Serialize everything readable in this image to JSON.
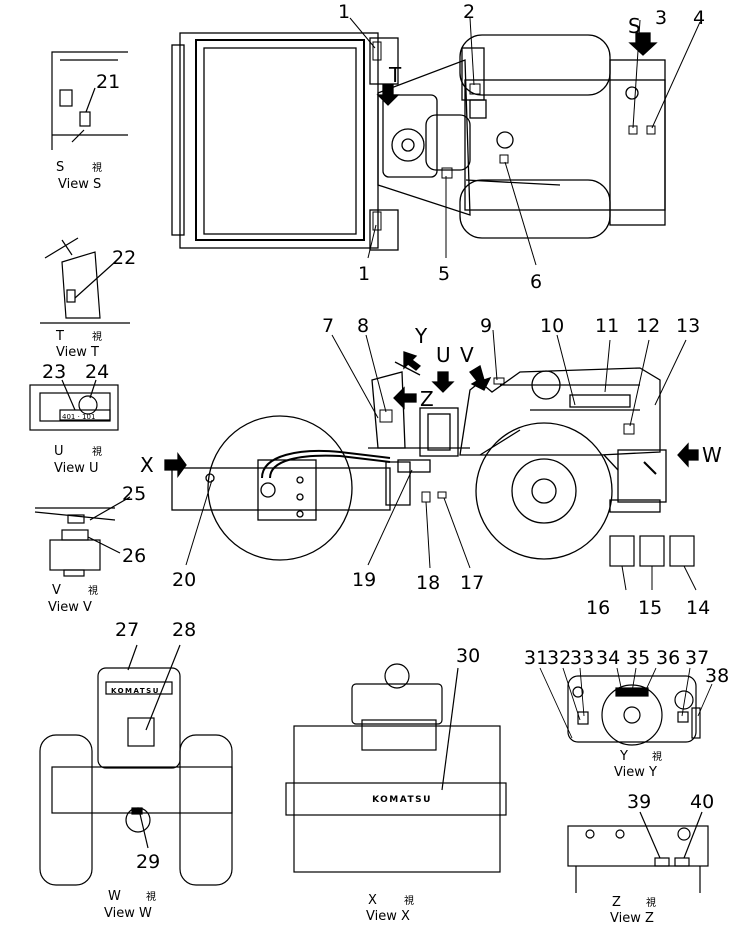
{
  "callouts": [
    "1",
    "2",
    "3",
    "4",
    "1",
    "5",
    "6",
    "21",
    "22",
    "7",
    "8",
    "9",
    "10",
    "11",
    "12",
    "13",
    "23",
    "24",
    "25",
    "26",
    "20",
    "19",
    "18",
    "17",
    "16",
    "15",
    "14",
    "27",
    "28",
    "29",
    "30",
    "31",
    "32",
    "33",
    "34",
    "35",
    "36",
    "37",
    "38",
    "39",
    "40"
  ],
  "view_arrows": {
    "S": "S",
    "T": "T",
    "U": "U",
    "V": "V",
    "X": "X",
    "Y": "Y",
    "Z": "Z",
    "W": "W"
  },
  "views": {
    "S": {
      "kanji": "視",
      "caption": "View S"
    },
    "T": {
      "kanji": "視",
      "caption": "View T"
    },
    "U": {
      "kanji": "視",
      "caption": "View U"
    },
    "V": {
      "kanji": "視",
      "caption": "View V"
    },
    "W": {
      "kanji": "視",
      "caption": "View W"
    },
    "X": {
      "kanji": "視",
      "caption": "View X"
    },
    "Y": {
      "kanji": "視",
      "caption": "View Y"
    },
    "Z": {
      "kanji": "視",
      "caption": "View Z"
    }
  },
  "labels_text": {
    "komatsu": "KOMATSU",
    "gauge": "401 · 101"
  }
}
